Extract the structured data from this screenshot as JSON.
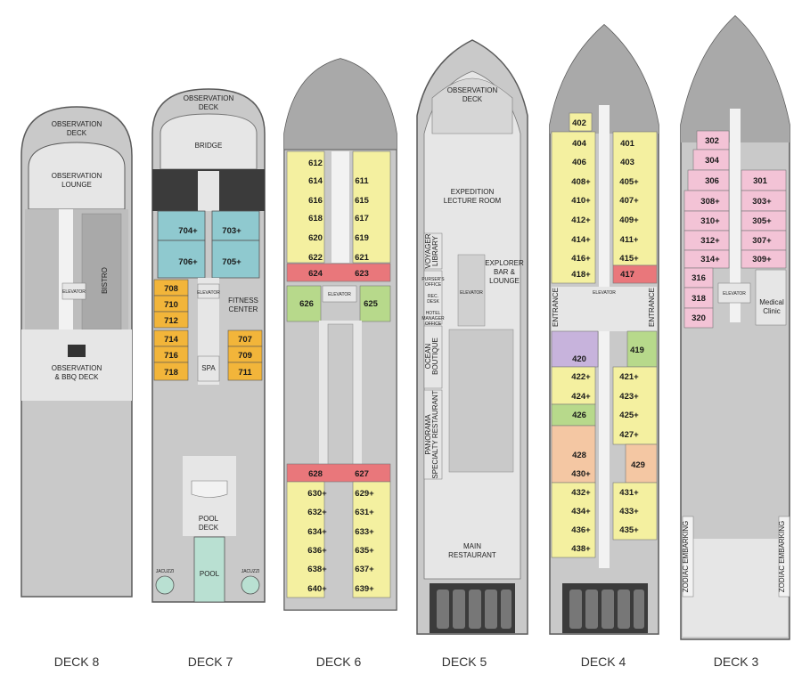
{
  "colors": {
    "hull": "#c9c9c9",
    "hull_dark": "#a9a9a9",
    "deck_light": "#e6e6e6",
    "outline": "#5a5a5a",
    "suite_blue": "#8fc9cf",
    "orange": "#f2b53a",
    "yellow": "#f4f0a0",
    "red": "#e9777b",
    "green": "#b7d98b",
    "pink": "#f3c3d6",
    "purple": "#c7b3dc",
    "peach": "#f4c7a3",
    "pool": "#b9e0d2"
  },
  "decks": [
    {
      "id": "deck8",
      "name": "DECK 8",
      "labels": {
        "obs_deck": [
          "OBSERVATION",
          "DECK"
        ],
        "obs_lounge": [
          "OBSERVATION",
          "LOUNGE"
        ],
        "bistro": "BISTRO",
        "elevator": "ELEVATOR",
        "obs_bbq": [
          "OBSERVATION",
          "& BBQ DECK"
        ]
      }
    },
    {
      "id": "deck7",
      "name": "DECK 7",
      "labels": {
        "obs_deck": [
          "OBSERVATION",
          "DECK"
        ],
        "bridge": "BRIDGE",
        "elevator": "ELEVATOR",
        "fitness": [
          "FITNESS",
          "CENTER"
        ],
        "spa": "SPA",
        "pool_deck": [
          "POOL",
          "DECK"
        ],
        "pool": "POOL",
        "jacuzzi": "JACUZZI"
      },
      "cabins": {
        "suites": [
          "704+",
          "703+",
          "706+",
          "705+"
        ],
        "left": [
          "708",
          "710",
          "712",
          "714",
          "716",
          "718"
        ],
        "right": [
          "707",
          "709",
          "711"
        ]
      }
    },
    {
      "id": "deck6",
      "name": "DECK 6",
      "labels": {
        "elevator": "ELEVATOR"
      },
      "cabins": {
        "left_top": [
          "612",
          "614",
          "616",
          "618",
          "620",
          "622"
        ],
        "right_top": [
          "611",
          "615",
          "617",
          "619",
          "621"
        ],
        "red_top": [
          "624",
          "623"
        ],
        "green": [
          "626",
          "625"
        ],
        "red_bottom": [
          "628",
          "627"
        ],
        "left_bottom": [
          "630+",
          "632+",
          "634+",
          "636+",
          "638+",
          "640+"
        ],
        "right_bottom": [
          "629+",
          "631+",
          "633+",
          "635+",
          "637+",
          "639+"
        ]
      }
    },
    {
      "id": "deck5",
      "name": "DECK 5",
      "labels": {
        "obs_deck": [
          "OBSERVATION",
          "DECK"
        ],
        "lecture": [
          "EXPEDITION",
          "LECTURE ROOM"
        ],
        "library": [
          "VOYAGER",
          "LIBRARY"
        ],
        "bar": [
          "EXPLORER",
          "BAR &",
          "LOUNGE"
        ],
        "purser": [
          "PURSER'S",
          "OFFICE"
        ],
        "rec": [
          "REC.",
          "DESK"
        ],
        "hotel": [
          "HOTEL",
          "MANAGER",
          "OFFICE"
        ],
        "elevator": "ELEVATOR",
        "boutique": [
          "OCEAN",
          "BOUTIQUE"
        ],
        "panorama": [
          "PANORAMA",
          "SPECIALTY RESTAURANT"
        ],
        "main": [
          "MAIN",
          "RESTAURANT"
        ]
      }
    },
    {
      "id": "deck4",
      "name": "DECK 4",
      "labels": {
        "entrance": "ENTRANCE",
        "elevator": "ELEVATOR"
      },
      "cabins": {
        "top": "402",
        "left": [
          "404",
          "406",
          "408+",
          "410+",
          "412+",
          "414+",
          "416+",
          "418+"
        ],
        "right": [
          "401",
          "403",
          "405+",
          "407+",
          "409+",
          "411+",
          "415+"
        ],
        "red": "417",
        "purple": "420",
        "green_right": "419",
        "left2": [
          "422+",
          "424+"
        ],
        "green_left": "426",
        "right2": [
          "421+",
          "423+",
          "425+",
          "427+"
        ],
        "peach_left": [
          "428",
          "430+"
        ],
        "peach_right": "429",
        "left3": [
          "432+",
          "434+",
          "436+",
          "438+"
        ],
        "right3": [
          "431+",
          "433+",
          "435+"
        ]
      }
    },
    {
      "id": "deck3",
      "name": "DECK 3",
      "labels": {
        "elevator": "ELEVATOR",
        "medical": [
          "Medical",
          "Clinic"
        ],
        "zodiac": "ZODIAC EMBARKING"
      },
      "cabins": {
        "left": [
          "302",
          "304",
          "306",
          "308+",
          "310+",
          "312+",
          "314+",
          "316",
          "318",
          "320"
        ],
        "right": [
          "301",
          "303+",
          "305+",
          "307+",
          "309+"
        ]
      }
    }
  ]
}
